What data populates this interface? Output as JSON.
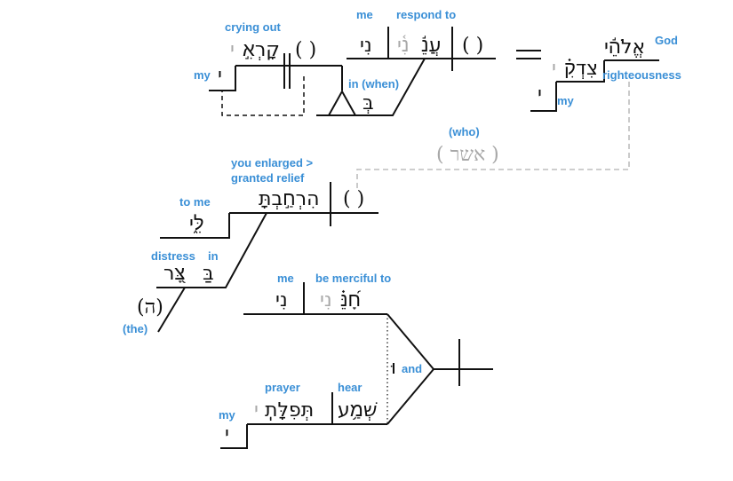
{
  "clause1": {
    "verb_gloss": "crying out",
    "verb_heb": "קָרְאִ֣",
    "verb_suffix_grey": "י",
    "subject_placeholder": "( )",
    "my_gloss": "my",
    "my_heb": "י"
  },
  "clause2": {
    "me_gloss": "me",
    "respond_gloss": "respond to",
    "object_heb": "נִי",
    "verb_suffix_grey": "נִ֫י",
    "verb_heb": "עֲנֵ֬",
    "subject_placeholder": "( )",
    "in_when_gloss": "in (when)",
    "prep_heb": "בְּ"
  },
  "clause3": {
    "god_gloss": "God",
    "god_heb": "אֱלֹהֵ֬י",
    "righteousness_gloss": "righteousness",
    "righteousness_heb": "צִדְקִ֗",
    "suffix_grey": "י",
    "my_gloss": "my",
    "my_heb": "י"
  },
  "relative": {
    "who_gloss": "(who)",
    "who_heb": "( אשר )"
  },
  "clause4": {
    "verb_gloss_line1": "you enlarged >",
    "verb_gloss_line2": "granted relief",
    "verb_heb": "הִרְחַ֣בְתָּ",
    "subject_placeholder": "( )",
    "to_me_gloss": "to me",
    "to_me_heb": "לִּ֑י",
    "distress_gloss": "distress",
    "distress_heb": "צָּ֭ר",
    "in_gloss": "in",
    "in_heb": "בַּ",
    "the_gloss": "(the)",
    "the_heb": "(ה)"
  },
  "clause5": {
    "me_gloss": "me",
    "merciful_gloss": "be merciful to",
    "object_heb": "נִי",
    "verb_heb": "חָ֝נֵּ֗",
    "verb_suffix_grey": "נִי",
    "and_gloss": "and",
    "and_heb": "וּ"
  },
  "clause6": {
    "prayer_gloss": "prayer",
    "hear_gloss": "hear",
    "object_heb": "תְּפִלָּתִֽ",
    "object_suffix_grey": "י",
    "verb_heb": "שְׁמַ֥ע",
    "my_gloss": "my",
    "my_heb": "י"
  }
}
